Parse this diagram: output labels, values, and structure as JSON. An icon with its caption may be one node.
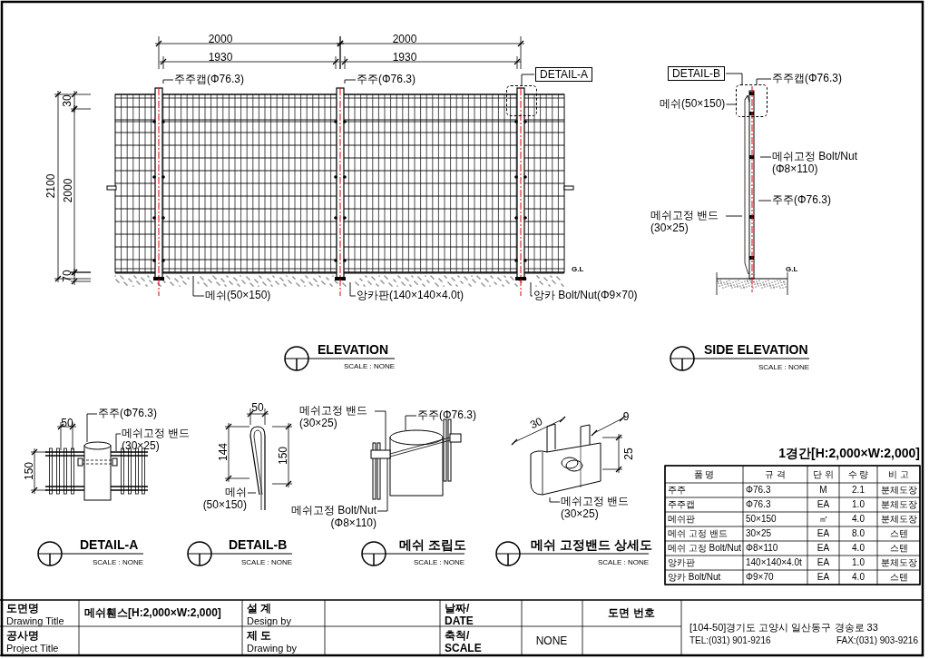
{
  "diagram": {
    "nodes": [
      {
        "text": [
          "주주캡(Φ76.3)"
        ]
      },
      {
        "text": [
          "주주(Φ76.3)"
        ]
      },
      {
        "text": [
          "DETAIL-A"
        ]
      },
      {
        "text": [],
        "shape": "box"
      },
      {
        "text": [
          "메쉬(50×150)"
        ]
      },
      {
        "text": [
          "앙카판(140×140×4.0t)"
        ]
      },
      {
        "text": [
          "앙카 Bolt/Nut(Φ9×70)"
        ]
      },
      {
        "text": [
          "DETAIL-B"
        ]
      },
      {
        "text": [],
        "shape": "box"
      },
      {
        "text": [
          "주주캡(Φ76.3)"
        ]
      },
      {
        "text": [
          "메쉬(50×150)"
        ]
      },
      {
        "text": [
          "메쉬고정 Bolt/Nut (Φ8×110)"
        ]
      },
      {
        "text": [
          "주주(Φ76.3)"
        ]
      },
      {
        "text": [
          "메쉬고정 밴드 (30×25)"
        ]
      },
      {
        "text": [
          "주주(Φ76.3)"
        ]
      },
      {
        "text": [
          "메쉬고정 밴드 (30×25)"
        ]
      },
      {
        "text": [
          "메쉬 (50×150)"
        ]
      },
      {
        "text": [
          "메쉬고정 밴드 (30×25)"
        ]
      },
      {
        "text": [
          "주주(Φ76.3)"
        ]
      },
      {
        "text": [
          "메쉬고정 Bolt/Nut (Φ8×110)"
        ]
      },
      {
        "text": [
          "메쉬고정 밴드 (30×25)"
        ]
      },
      {
        "text": [],
        "shape": "cylinder"
      },
      {
        "text": [],
        "shape": "cylinder"
      },
      {
        "text": [],
        "shape": "box"
      }
    ],
    "edges": [
      {
        "from": 0,
        "to": null,
        "arrow": "none"
      },
      {
        "from": 1,
        "to": null,
        "arrow": "none"
      },
      {
        "from": 2,
        "to": 3,
        "arrow": "none"
      },
      {
        "from": 4,
        "to": null,
        "arrow": "none"
      },
      {
        "from": 5,
        "to": null,
        "arrow": "none"
      },
      {
        "from": 6,
        "to": null,
        "arrow": "none"
      },
      {
        "from": 7,
        "to": 8,
        "arrow": "none"
      },
      {
        "from": 9,
        "to": 8,
        "arrow": "none"
      },
      {
        "from": 10,
        "to": 8,
        "arrow": "none"
      },
      {
        "from": 11,
        "to": null,
        "arrow": "none"
      },
      {
        "from": 12,
        "to": null,
        "arrow": "none"
      },
      {
        "from": 13,
        "to": null,
        "arrow": "none"
      },
      {
        "from": 14,
        "to": 21,
        "arrow": "none"
      },
      {
        "from": 15,
        "to": null,
        "arrow": "none"
      },
      {
        "from": 16,
        "to": null,
        "arrow": "none"
      },
      {
        "from": 17,
        "to": 23,
        "arrow": "none"
      },
      {
        "from": 18,
        "to": 22,
        "arrow": "none"
      },
      {
        "from": 19,
        "to": 23,
        "arrow": "none"
      },
      {
        "from": 20,
        "to": null,
        "arrow": "none"
      }
    ],
    "labels": [
      "2000",
      "1930",
      "2000",
      "1930",
      "30",
      "2100",
      "2000",
      "70",
      "G.L",
      "ELEVATION",
      "SCALE : NONE",
      "G.L",
      "SIDE ELEVATION",
      "SCALE : NONE",
      "50",
      "150",
      "DETAIL-A",
      "SCALE : NONE",
      "50",
      "144",
      "150",
      "DETAIL-B",
      "SCALE : NONE",
      "메쉬 조립도",
      "SCALE : NONE",
      "30",
      "9",
      "25",
      "메쉬 고정밴드 상세도",
      "SCALE : NONE",
      "1경간[H:2,000×W:2,000]",
      "품 명",
      "규 격",
      "단 위",
      "수 량",
      "비 고",
      "주주",
      "Φ76.3",
      "M",
      "2.1",
      "분체도장",
      "주주캡",
      "Φ76.3",
      "EA",
      "1.0",
      "분체도장",
      "메쉬판",
      "50×150",
      "㎡",
      "4.0",
      "분체도장",
      "메쉬 고정 밴드",
      "30×25",
      "EA",
      "8.0",
      "스텐",
      "메쉬 고정 Bolt/Nut",
      "Φ8×110",
      "EA",
      "4.0",
      "스텐",
      "앙카판",
      "140×140×4.0t",
      "EA",
      "1.0",
      "분체도장",
      "앙카 Bolt/Nut",
      "Φ9×70",
      "EA",
      "4.0",
      "스텐",
      "도면명",
      "Drawing Title",
      "메쉬휀스[H:2,000×W:2,000]",
      "설 계",
      "Design by",
      "날짜/ DATE",
      "도면 번호",
      "공사명",
      "Project Title",
      "제 도",
      "Drawing by",
      "축척/ SCALE",
      "NONE",
      "[104-50]경기도 고양시 일산동구 경송로 33",
      "TEL:(031) 901-9216",
      "FAX:(031) 903-9216"
    ]
  }
}
